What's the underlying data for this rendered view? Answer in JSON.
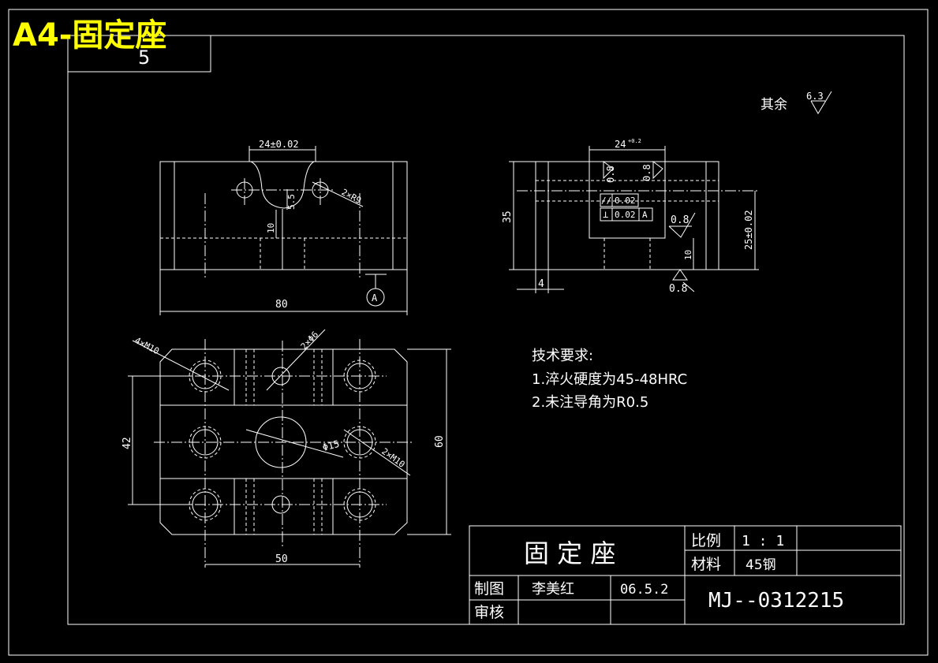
{
  "sheet_title": "A4-固定座",
  "corner_box_number": "5",
  "roughness_note": {
    "label": "其余",
    "value": "6.3"
  },
  "front_view": {
    "dim_slot": "24±0.02",
    "dim_radius": "2×R9",
    "dim_5_5": "5.5",
    "dim_10": "10",
    "dim_width": "80",
    "datum": "A"
  },
  "side_view": {
    "dim_top": "24",
    "dim_top_tol": "+0.2",
    "dim_height": "35",
    "dim_25": "25±0.02",
    "dim_4": "4",
    "dim_10": "10",
    "rough_1": "0.8",
    "rough_2": "0.8",
    "rough_3": "0.8",
    "rough_4": "0.8",
    "tol_parallel_sym": "//",
    "tol_parallel_val": "0.02",
    "tol_perp_sym": "⊥",
    "tol_perp_val": "0.02",
    "tol_perp_datum": "A"
  },
  "top_view": {
    "dim_4xm10": "4×M10",
    "dim_2xphi6": "2×Φ6",
    "dim_phi15": "Φ15",
    "dim_2xm10": "2×M10",
    "dim_42": "42",
    "dim_60": "60",
    "dim_50": "50"
  },
  "tech_req": {
    "title": "技术要求:",
    "item1": "1.淬火硬度为45-48HRC",
    "item2": "2.未注导角为R0.5"
  },
  "title_block": {
    "part_name": "固 定 座",
    "scale_label": "比例",
    "scale_value": "1 : 1",
    "material_label": "材料",
    "material_value": "45钢",
    "drawn_label": "制图",
    "drawn_name": "李美红",
    "drawn_date": "06.5.2",
    "check_label": "审核",
    "drawing_no": "MJ--0312215"
  },
  "colors": {
    "background": "#000000",
    "lines": "#ffffff",
    "title_text": "#ffff00"
  }
}
